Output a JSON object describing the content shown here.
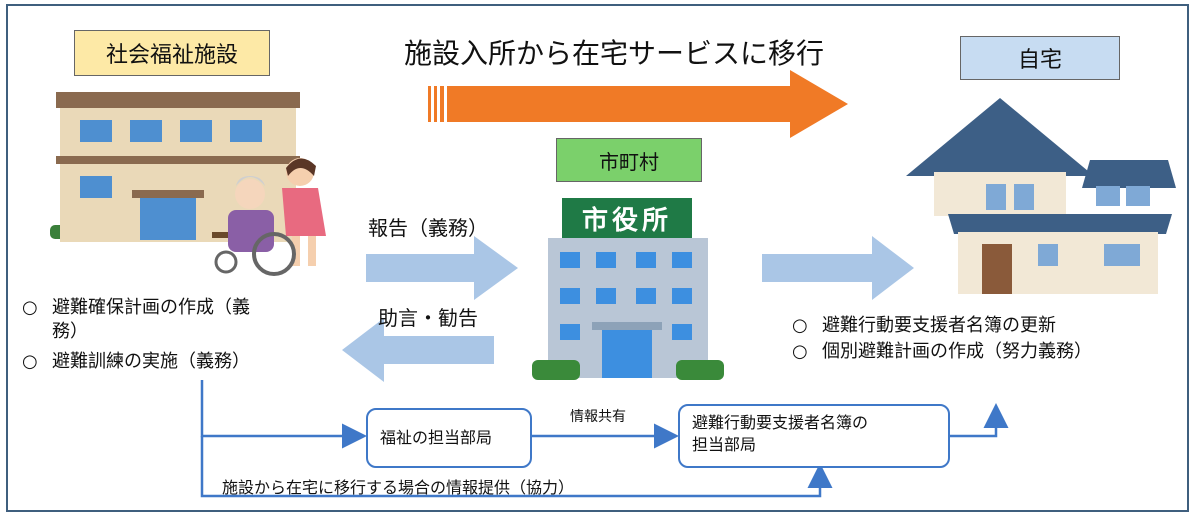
{
  "facility_label": "社会福祉施設",
  "home_label": "自宅",
  "city_label": "市町村",
  "city_hall_sign": "市役所",
  "top_arrow_text": "施設入所から在宅サービスに移行",
  "report_text": "報告（義務）",
  "advice_text": "助言・勧告",
  "facility_bullets": [
    "避難確保計画の作成（義",
    "務）",
    "避難訓練の実施（義務）"
  ],
  "home_bullets": [
    "避難行動要支援者名簿の更新",
    "個別避難計画の作成（努力義務）"
  ],
  "bullet_mark": "○",
  "welfare_box": "福祉の担当部局",
  "roster_box_line1": "避難行動要支援者名簿の",
  "roster_box_line2": "担当部局",
  "share_text": "情報共有",
  "bottom_text": "施設から在宅に移行する場合の情報提供（協力）",
  "colors": {
    "facility_label_bg": "#fde9a6",
    "home_label_bg": "#c7dcf2",
    "city_label_bg": "#7bd06b",
    "orange_arrow": "#f07a26",
    "blue_arrow": "#aac6e6",
    "line_blue": "#3f78c8",
    "sign_green": "#1f7a46"
  }
}
